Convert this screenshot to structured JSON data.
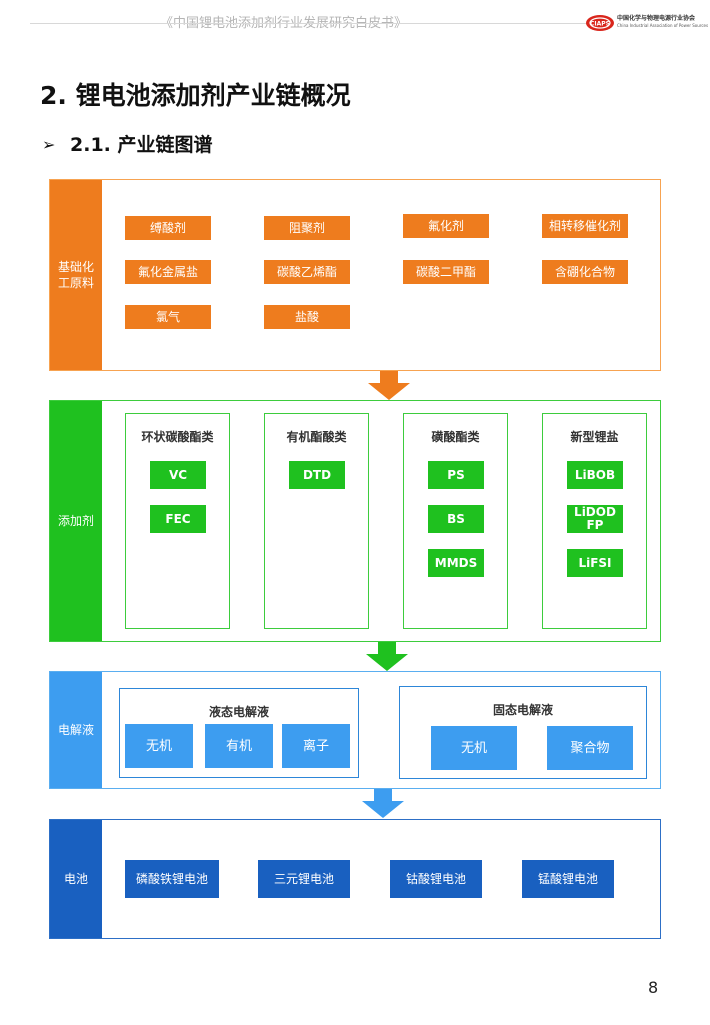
{
  "header": {
    "doc_title": "《中国锂电池添加剂行业发展研究白皮书》",
    "org_name_cn": "中国化学与物理电源行业协会",
    "org_name_en": "China Industrial Association of Power Sources"
  },
  "heading": {
    "h1": "2. 锂电池添加剂产业链概况",
    "h2_marker": "➢",
    "h2": "2.1. 产业链图谱"
  },
  "colors": {
    "orange": "#ee7c1e",
    "green": "#1fc11f",
    "light_blue": "#3d9df0",
    "dark_blue": "#1960c0"
  },
  "base_materials": {
    "label": "基础化\n工原料",
    "items": [
      "缚酸剂",
      "阻聚剂",
      "氟化剂",
      "相转移催化剂",
      "氟化金属盐",
      "碳酸乙烯酯",
      "碳酸二甲酯",
      "含硼化合物",
      "氯气",
      "盐酸"
    ]
  },
  "additives": {
    "label": "添加剂",
    "groups": [
      {
        "title": "环状碳酸酯类",
        "items": [
          "VC",
          "FEC"
        ]
      },
      {
        "title": "有机酯酸类",
        "items": [
          "DTD"
        ]
      },
      {
        "title": "磺酸酯类",
        "items": [
          "PS",
          "BS",
          "MMDS"
        ]
      },
      {
        "title": "新型锂盐",
        "items": [
          "LiBOB",
          "LiDOD\nFP",
          "LiFSI"
        ]
      }
    ]
  },
  "electrolyte": {
    "label": "电解液",
    "liquid": {
      "title": "液态电解液",
      "items": [
        "无机",
        "有机",
        "离子"
      ]
    },
    "solid": {
      "title": "固态电解液",
      "items": [
        "无机",
        "聚合物"
      ]
    }
  },
  "battery": {
    "label": "电池",
    "items": [
      "磷酸铁锂电池",
      "三元锂电池",
      "钴酸锂电池",
      "锰酸锂电池"
    ]
  },
  "page_number": "8"
}
